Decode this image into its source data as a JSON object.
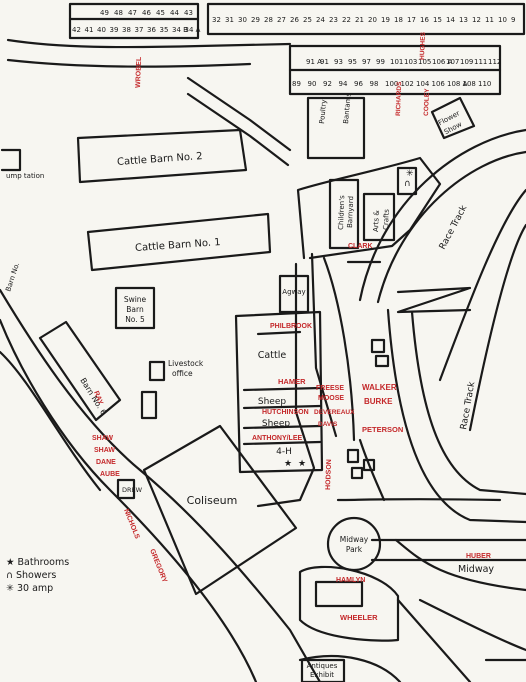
{
  "buildings": {
    "cattle_barn_2": "Cattle Barn No. 2",
    "cattle_barn_1": "Cattle Barn No. 1",
    "swine_barn_5": [
      "Swine",
      "Barn",
      "No. 5"
    ],
    "livestock_office": [
      "Livestock",
      "office"
    ],
    "barn_6": "Barn No. 6",
    "barn_no_partial": "Barn No.",
    "cattle": "Cattle",
    "sheep_1": "Sheep",
    "sheep_2": "Sheep",
    "four_h": "4-H",
    "coliseum": "Coliseum",
    "agway": "Agway",
    "poultry_bantams": [
      "Poultry",
      "Bantams"
    ],
    "childrens_barnyard": [
      "Children's",
      "Barnyard"
    ],
    "arts_crafts": [
      "Arts &",
      "Crafts"
    ],
    "flower_show": [
      "Flower",
      "Show"
    ],
    "midway_park": [
      "Midway",
      "Park"
    ],
    "midway": "Midway",
    "antiques_exhibit": [
      "Antiques",
      "Exhibit"
    ],
    "race_track_top": "Race Track",
    "race_track_right": "Race Track",
    "dump_station": "ump\ntation",
    "drew": "DREW"
  },
  "stalls": {
    "top_left_row": [
      "49",
      "48",
      "47",
      "46",
      "45",
      "44",
      "43"
    ],
    "top_left_row2": [
      "42",
      "41",
      "40",
      "39",
      "38",
      "37",
      "36",
      "35",
      "34 B",
      "34 A"
    ],
    "top_right_row": [
      "32",
      "31",
      "30",
      "29",
      "28",
      "27",
      "26",
      "25",
      "24",
      "23",
      "22",
      "21",
      "20",
      "19",
      "18",
      "17",
      "16",
      "15",
      "14",
      "13",
      "12",
      "11",
      "10",
      "9"
    ],
    "block_upper": [
      "91 A",
      "91",
      "93",
      "95",
      "97",
      "99",
      "101",
      "103",
      "105",
      "106 A",
      "107",
      "109",
      "111",
      "112"
    ],
    "block_lower": [
      "89",
      "90",
      "92",
      "94",
      "96",
      "98",
      "100",
      "102",
      "104",
      "106",
      "108 A",
      "108",
      "110"
    ]
  },
  "names_red": {
    "wroebel": "WROBEL",
    "richards": "RICHARDS",
    "cooley": "COOLEY",
    "hughes": "HUGHES",
    "clark": "CLARK",
    "philbrook": "PHILBROOK",
    "hamer": "HAMER",
    "hutchinson": "HUTCHINSON",
    "antonyllee": "ANTHONY/LEE",
    "freese_moose": [
      "FREESE",
      "MOOSE"
    ],
    "deveraux_davis": [
      "DEVEREAUX",
      "DAVIS"
    ],
    "hodson": "HODSON",
    "walker": "WALKER",
    "burke": "BURKE",
    "peterson": "PETERSON",
    "shaw_group": [
      "SHAW",
      "SHAW",
      "DANE",
      "AUBE"
    ],
    "ray": "RAY",
    "nichols": "NICHOLS",
    "gregory": "GREGORY",
    "huber": "HUBER",
    "hamlyn": "HAMLYN",
    "wheeler": "WHEELER"
  },
  "legend": {
    "bathrooms": "★ Bathrooms",
    "showers": "∩ Showers",
    "amp": "✳ 30 amp"
  }
}
